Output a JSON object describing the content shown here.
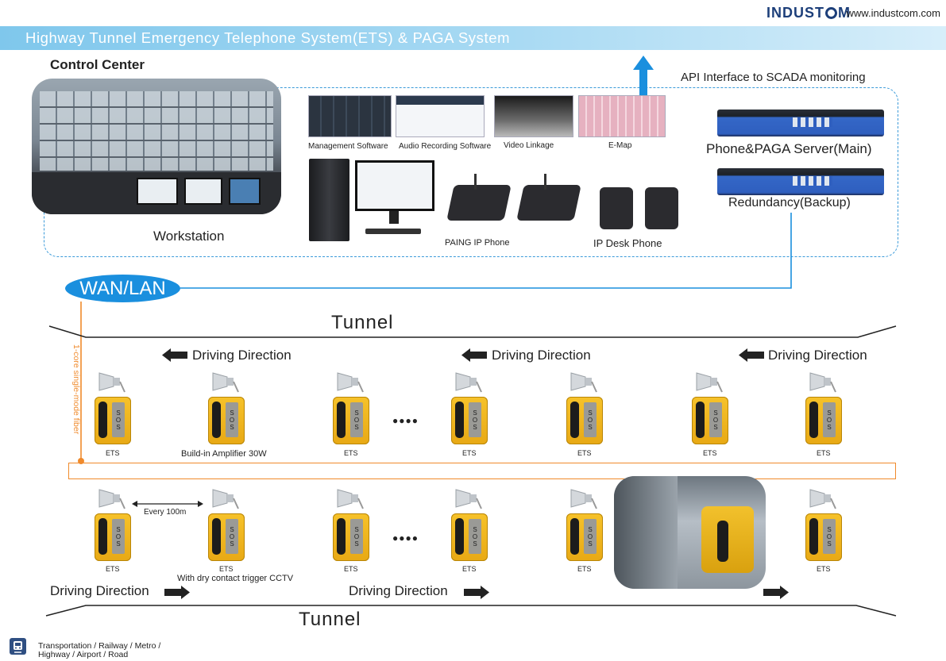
{
  "header": {
    "brand": "INDUST",
    "brand_suffix": "M",
    "url": "www.industcom.com",
    "banner_title": "Highway Tunnel Emergency Telephone System(ETS) & PAGA System"
  },
  "control_center": {
    "title": "Control Center",
    "workstation_label": "Workstation",
    "api_label": "API Interface to SCADA monitoring",
    "software_labels": [
      "Management Software",
      "Audio Recording Software",
      "Video Linkage",
      "E-Map"
    ],
    "paging_phone_label": "PAING IP Phone",
    "desk_phone_label": "IP Desk Phone",
    "server_main_label": "Phone&PAGA Server(Main)",
    "server_backup_label": "Redundancy(Backup)"
  },
  "network": {
    "wan_label": "WAN/LAN",
    "fiber_label": "1-core single-mode fiber"
  },
  "tunnel": {
    "label": "Tunnel",
    "driving_direction": "Driving Direction",
    "ellipsis": "●●●●",
    "top_row": {
      "ets_labels": [
        "ETS",
        "",
        "ETS",
        "ETS",
        "ETS",
        "ETS",
        "ETS"
      ],
      "amplifier_label": "Build-in Amplifier 30W"
    },
    "bottom_row": {
      "ets_labels": [
        "ETS",
        "ETS",
        "ETS",
        "ETS",
        "ETS",
        "ETS"
      ],
      "spacing_label": "Every 100m",
      "cctv_label": "With dry contact trigger CCTV"
    }
  },
  "footer": {
    "line1": "Transportation / Railway / Metro /",
    "line2": "Highway / Airport / Road"
  },
  "colors": {
    "banner": "#7fc7ec",
    "link_blue": "#1a8fde",
    "fiber_orange": "#f08a2b",
    "ets_yellow": "#f2b81f",
    "brand_navy": "#1d3f7a"
  }
}
